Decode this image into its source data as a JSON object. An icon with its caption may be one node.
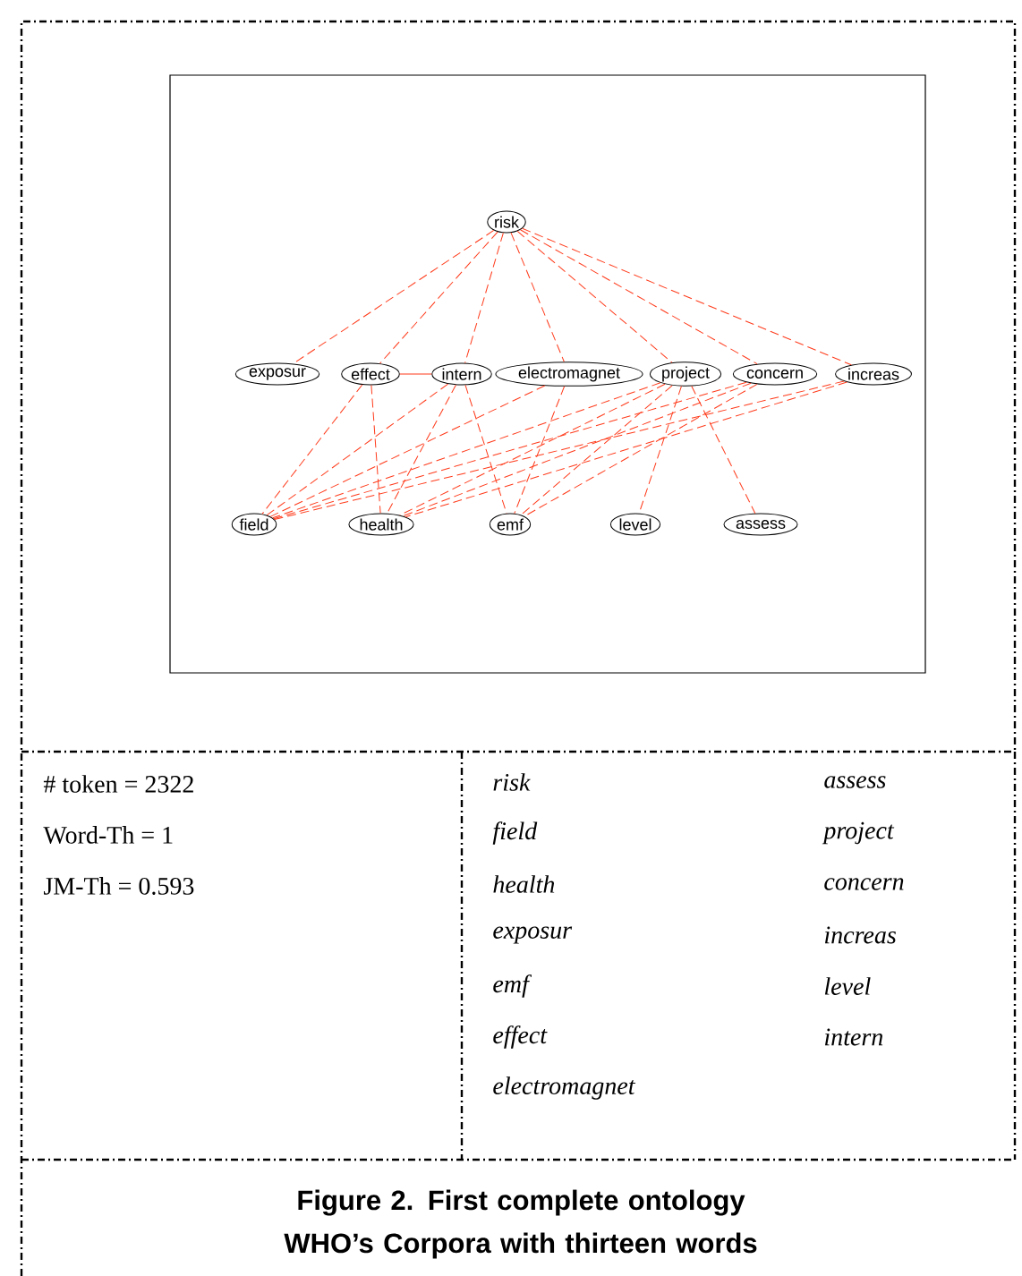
{
  "diagram": {
    "caption": "Figure 2. First complete ontology WHO’s Corpora with thirteen words",
    "nodes": [
      {
        "text": [
          "risk"
        ]
      },
      {
        "text": [
          "exposur"
        ]
      },
      {
        "text": [
          "effect"
        ]
      },
      {
        "text": [
          "intern"
        ]
      },
      {
        "text": [
          "electromagnet"
        ]
      },
      {
        "text": [
          "project"
        ]
      },
      {
        "text": [
          "concern"
        ]
      },
      {
        "text": [
          "increas"
        ]
      },
      {
        "text": [
          "field"
        ]
      },
      {
        "text": [
          "health"
        ]
      },
      {
        "text": [
          "emf"
        ]
      },
      {
        "text": [
          "level"
        ]
      },
      {
        "text": [
          "assess"
        ]
      }
    ],
    "edges": [
      {
        "from": 0,
        "to": 1,
        "arrow": "none",
        "style": "dashed"
      },
      {
        "from": 0,
        "to": 2,
        "arrow": "none",
        "style": "dashed"
      },
      {
        "from": 0,
        "to": 3,
        "arrow": "none",
        "style": "dashed"
      },
      {
        "from": 0,
        "to": 4,
        "arrow": "none",
        "style": "dashed"
      },
      {
        "from": 0,
        "to": 5,
        "arrow": "none",
        "style": "dashed"
      },
      {
        "from": 0,
        "to": 6,
        "arrow": "none",
        "style": "dashed"
      },
      {
        "from": 0,
        "to": 7,
        "arrow": "none",
        "style": "dashed"
      },
      {
        "from": 2,
        "to": 3,
        "arrow": "none"
      },
      {
        "from": 2,
        "to": 8,
        "arrow": "none",
        "style": "dashed"
      },
      {
        "from": 2,
        "to": 9,
        "arrow": "none",
        "style": "dashed"
      },
      {
        "from": 3,
        "to": 8,
        "arrow": "none",
        "style": "dashed"
      },
      {
        "from": 3,
        "to": 9,
        "arrow": "none",
        "style": "dashed"
      },
      {
        "from": 3,
        "to": 10,
        "arrow": "none",
        "style": "dashed"
      },
      {
        "from": 4,
        "to": 10,
        "arrow": "none",
        "style": "dashed"
      },
      {
        "from": 4,
        "to": 8,
        "arrow": "none",
        "style": "dashed"
      },
      {
        "from": 5,
        "to": 8,
        "arrow": "none",
        "style": "dashed"
      },
      {
        "from": 5,
        "to": 9,
        "arrow": "none",
        "style": "dashed"
      },
      {
        "from": 5,
        "to": 10,
        "arrow": "none",
        "style": "dashed"
      },
      {
        "from": 5,
        "to": 11,
        "arrow": "none",
        "style": "dashed"
      },
      {
        "from": 5,
        "to": 12,
        "arrow": "none",
        "style": "dashed"
      },
      {
        "from": 6,
        "to": 8,
        "arrow": "none",
        "style": "dashed"
      },
      {
        "from": 6,
        "to": 9,
        "arrow": "none",
        "style": "dashed"
      },
      {
        "from": 6,
        "to": 10,
        "arrow": "none",
        "style": "dashed"
      },
      {
        "from": 7,
        "to": 8,
        "arrow": "none",
        "style": "dashed"
      },
      {
        "from": 7,
        "to": 9,
        "arrow": "none",
        "style": "dashed"
      }
    ],
    "labels": [
      "# token = 2322",
      "Word-Th = 1",
      "JM-Th = 0.593",
      "risk",
      "assess",
      "field",
      "project",
      "health",
      "concern",
      "exposur",
      "increas",
      "emf",
      "level",
      "effect",
      "intern",
      "electromagnet"
    ]
  }
}
